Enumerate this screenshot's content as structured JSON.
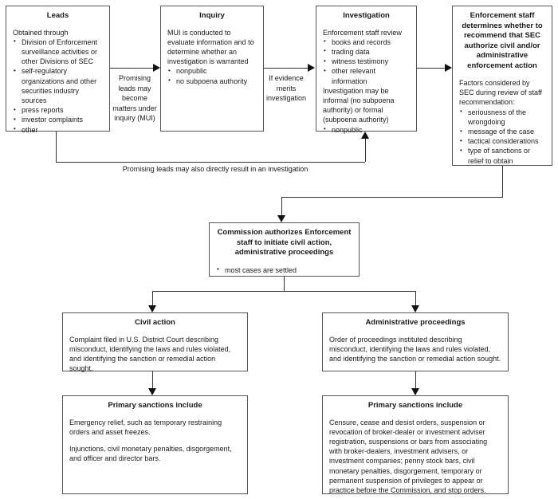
{
  "diagram": {
    "title": "SEC Enforcement Process Flowchart",
    "boxes": {
      "leads": {
        "title": "Leads",
        "intro": "Obtained through",
        "bullets": [
          "Division of Enforcement surveillance activities or other Divisions of SEC",
          "self-regulatory organizations and other securities industry sources",
          "press reports",
          "investor complaints",
          "other"
        ]
      },
      "inquiry": {
        "title": "Inquiry",
        "intro": "MUI is conducted to evaluate information and to determine whether an investigation is warranted",
        "bullets": [
          "nonpublic",
          "no subpoena authority"
        ]
      },
      "investigation": {
        "title": "Investigation",
        "intro": "Enforcement staff review",
        "bullets": [
          "books and records",
          "trading data",
          "witness testimony",
          "other relevant information"
        ],
        "note": "Investigation may be informal (no subpoena authority) or formal (subpoena authority)",
        "bullets2": [
          "nonpublic"
        ]
      },
      "enforcement": {
        "title": "Enforcement staff determines whether to recommend that SEC authorize civil and/or administrative enforcement action",
        "intro": "Factors considered by SEC during review of staff recommendation:",
        "bullets": [
          "seriousness of the wrongdoing",
          "message of the case",
          "tactical considerations",
          "type of sanctions or relief to obtain"
        ]
      },
      "commission": {
        "title": "Commission authorizes Enforcement staff to initiate civil action, administrative proceedings",
        "bullets": [
          "most cases are settled"
        ]
      },
      "civil_action": {
        "title": "Civil action",
        "body": "Complaint filed in U.S. District Court describing misconduct, identifying the laws and rules violated, and identifying the sanction or remedial action sought."
      },
      "administrative_proceedings": {
        "title": "Administrative proceedings",
        "body": "Order of proceedings instituted describing misconduct, identifying the laws and rules violated, and identifying the sanction or remedial action sought."
      },
      "civil_sanctions": {
        "title": "Primary sanctions include",
        "para1": "Emergency relief, such as temporary restraining orders and asset freezes.",
        "para2": "Injunctions, civil monetary penalties, disgorgement, and officer and director bars."
      },
      "administrative_sanctions": {
        "title": "Primary sanctions include",
        "para1": "Censure, cease and desist orders, suspension or revocation of broker-dealer or investment adviser registration, suspensions or bars from associating with broker-dealers, investment advisers, or investment companies; penny stock bars, civil monetary penalties, disgorgement, temporary or permanent suspension of privileges to appear or practice before the Commission, and stop orders."
      }
    },
    "edge_labels": {
      "leads_to_inquiry": "Promising leads may become matters under inquiry (MUI)",
      "inquiry_to_investigation": "If evidence merits investigation",
      "leads_to_investigation": "Promising leads may also directly result in an investigation"
    },
    "colors": {
      "box_border": "#555555",
      "connector": "#333333",
      "background": "#ffffff",
      "text": "#1a1a1a"
    }
  }
}
